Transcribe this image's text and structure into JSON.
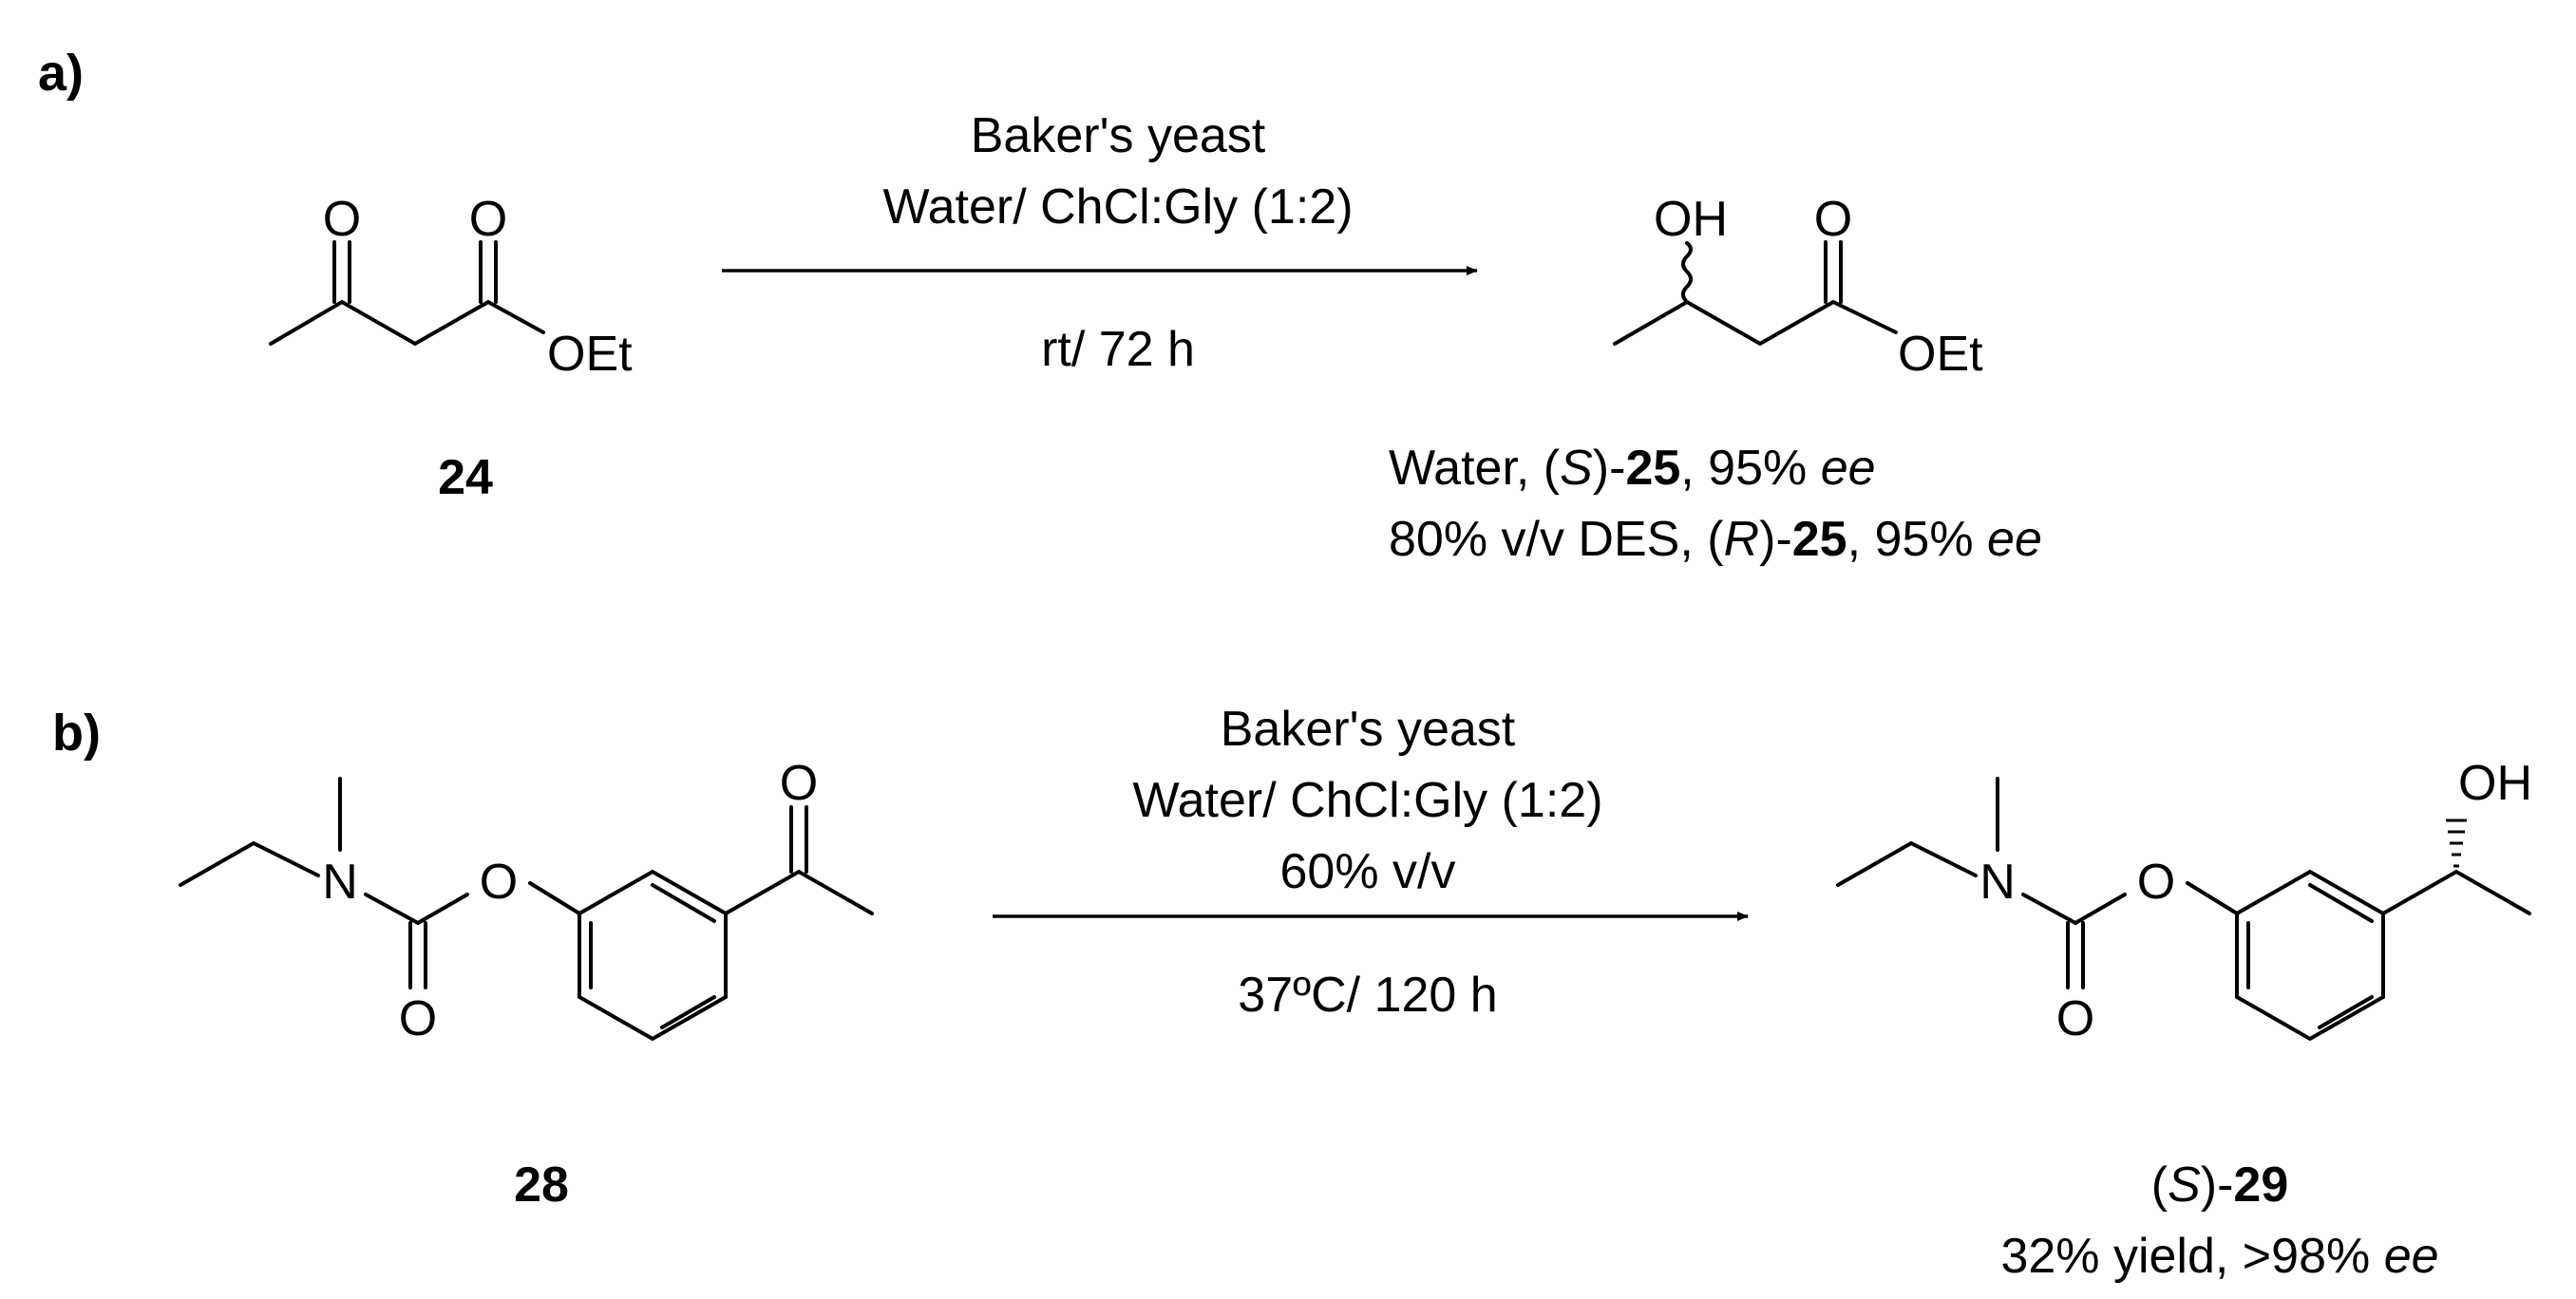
{
  "part_a": {
    "tag": "a)",
    "reactant": {
      "atoms": {
        "o1": "O",
        "o2": "O",
        "oet": "OEt"
      },
      "id": "24"
    },
    "conditions": {
      "reagent": "Baker's yeast",
      "solvent": "Water/ ChCl:Gly (1:2)",
      "time": "rt/ 72 h"
    },
    "product": {
      "atoms": {
        "oh": "OH",
        "o": "O",
        "oet": "OEt"
      }
    },
    "results": [
      {
        "pre": "Water, (",
        "config": "S",
        "mid": ")-",
        "id": "25",
        "post": ", 95% ",
        "ee": "ee"
      },
      {
        "pre": "80% v/v DES, (",
        "config": "R",
        "mid": ")-",
        "id": "25",
        "post": ", 95% ",
        "ee": "ee"
      }
    ]
  },
  "part_b": {
    "tag": "b)",
    "reactant": {
      "atoms": {
        "n": "N",
        "o_ester": "O",
        "o_carbonyl": "O",
        "o_ketone": "O"
      },
      "id": "28"
    },
    "conditions": {
      "reagent": "Baker's yeast",
      "solvent": "Water/ ChCl:Gly (1:2)",
      "concentration": "60% v/v",
      "time": "37ºC/ 120 h"
    },
    "product": {
      "atoms": {
        "n": "N",
        "o_ester": "O",
        "o_carbonyl": "O",
        "oh": "OH"
      },
      "label": {
        "pre": "(",
        "config": "S",
        "mid": ")-",
        "id": "29"
      },
      "result": {
        "pre": "32% yield, >98% ",
        "ee": "ee"
      }
    }
  }
}
